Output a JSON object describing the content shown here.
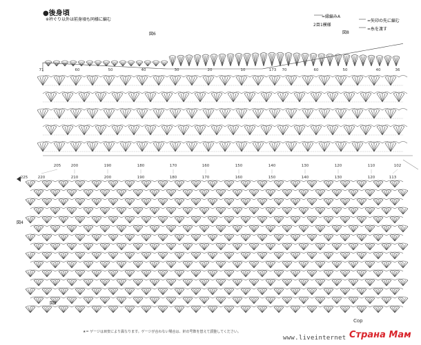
{
  "header": {
    "title": "●後身頃",
    "subtitle": "※衿ぐり以外は前身頃も同様に編む"
  },
  "legend": {
    "item1": "=縁編みA",
    "item1_sub": "2目1模様",
    "item2": "=矢印の先に編む",
    "item3": "=糸を渡す"
  },
  "figure_labels": {
    "fig6": "図6",
    "fig8": "図8",
    "fig4": "図4",
    "fig2": "図2"
  },
  "upper_scale": [
    "71",
    "60",
    "50",
    "40",
    "30",
    "20",
    "10",
    "173",
    "70",
    "60",
    "50",
    "40",
    "36"
  ],
  "middle_scale": [
    "205",
    "200",
    "190",
    "180",
    "170",
    "160",
    "150",
    "140",
    "130",
    "120",
    "110",
    "102"
  ],
  "lower_scale": [
    "225",
    "220",
    "210",
    "200",
    "190",
    "180",
    "170",
    "160",
    "150",
    "140",
    "130",
    "120",
    "113"
  ],
  "footer": {
    "note": "★= ゲージは目安により異なります。ゲージが合わない場合は、針の号数を替えて調整してください。",
    "copyright": "Cop",
    "url": "www.liveinternet",
    "logo": "Страна Мам"
  }
}
